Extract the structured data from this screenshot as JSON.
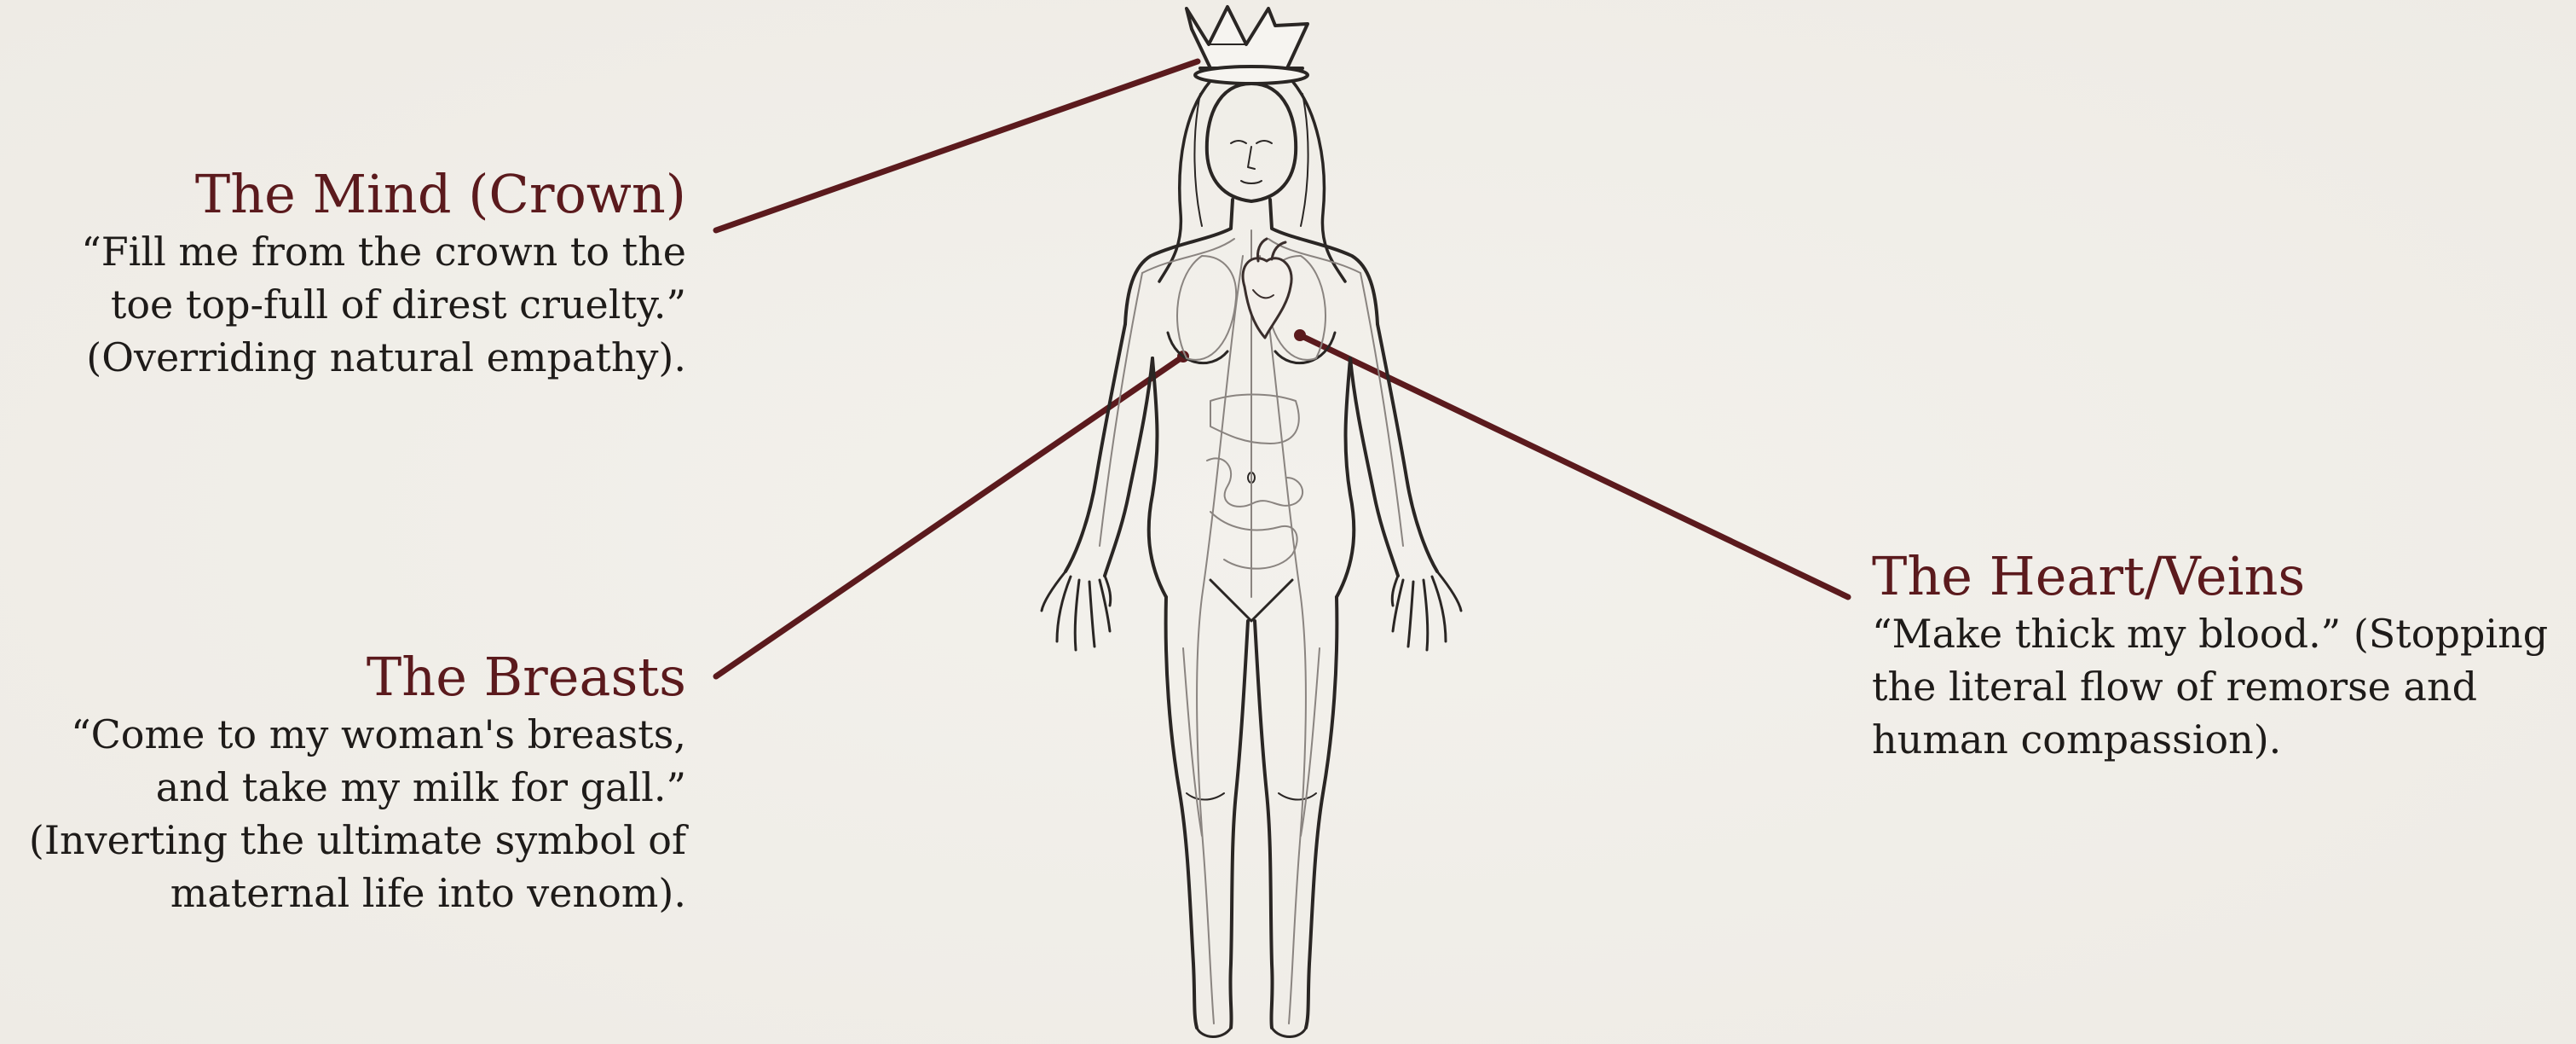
{
  "callouts": {
    "mind": {
      "heading": "The Mind (Crown)",
      "lines": [
        "“Fill me from the crown to the",
        "toe top-full of direst cruelty.”",
        "(Overriding natural empathy)."
      ]
    },
    "breasts": {
      "heading": "The Breasts",
      "lines": [
        "“Come to my woman's breasts,",
        "and take my milk for gall.”",
        "(Inverting the ultimate symbol of",
        "maternal life into venom)."
      ]
    },
    "heart": {
      "heading": "The Heart/Veins",
      "lines": [
        "“Make thick my blood.” (Stopping",
        "the literal flow of remorse and",
        "human compassion)."
      ]
    }
  },
  "colors": {
    "background": "#f1eee9",
    "accent": "#5b1a1d",
    "text": "#1e1b19",
    "outline": "#2a2624",
    "organ_lines": "#8a8480"
  },
  "figure": {
    "icon": "female-anatomy-figure-with-crown"
  }
}
